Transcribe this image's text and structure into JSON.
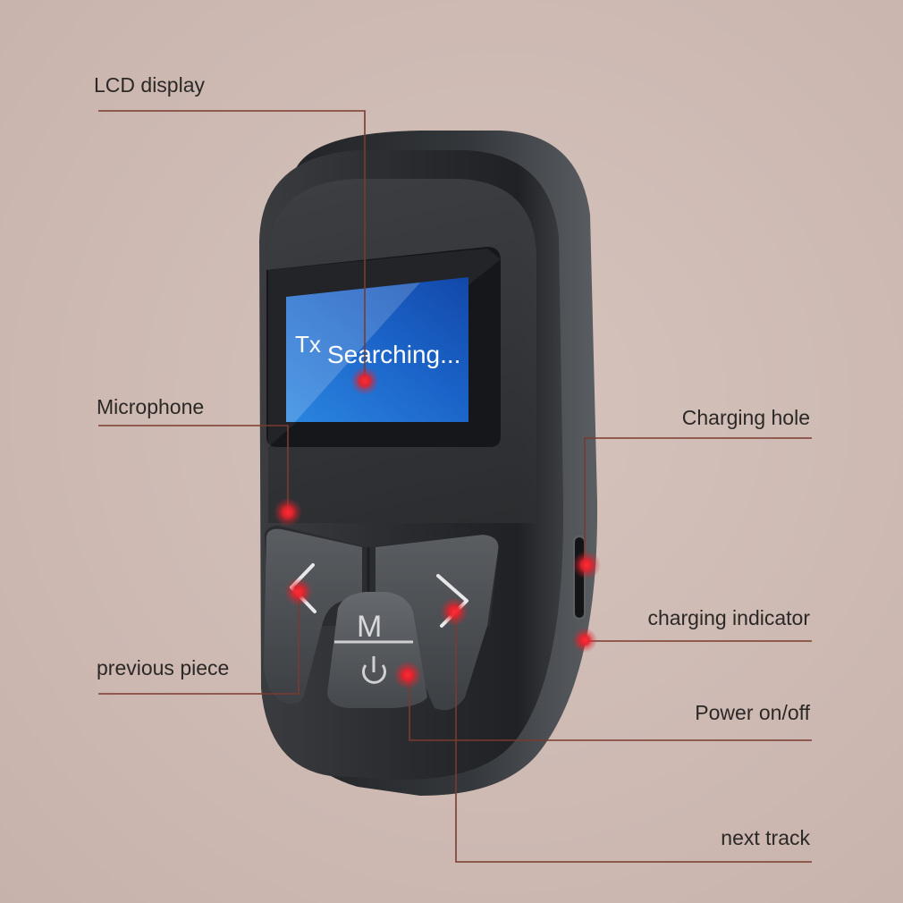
{
  "labels": {
    "lcd_display": "LCD display",
    "microphone": "Microphone",
    "previous_piece": "previous piece",
    "charging_hole": "Charging hole",
    "charging_indicator": "charging indicator",
    "power_on_off": "Power on/off",
    "next_track": "next track"
  },
  "screen": {
    "mode": "Tx",
    "status": "Searching..."
  },
  "buttons": {
    "mode_letter": "M"
  },
  "colors": {
    "background": "#cfbbb4",
    "device_body": "#2e3033",
    "screen_blue": "#2a7ed6",
    "marker_red": "#e0262f",
    "leader_line": "#7a3b2e"
  }
}
